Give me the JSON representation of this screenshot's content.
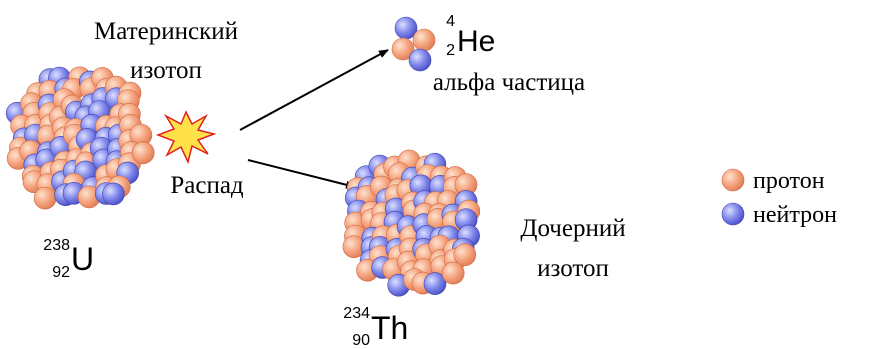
{
  "parent": {
    "label_line1": "Материнский",
    "label_line2": "изотоп",
    "isotope": {
      "mass": "238",
      "atomic": "92",
      "symbol": "U"
    }
  },
  "decay_label": "Распад",
  "alpha": {
    "label": "альфа частица",
    "isotope": {
      "mass": "4",
      "atomic": "2",
      "symbol": "He"
    }
  },
  "daughter": {
    "label_line1": "Дочерний",
    "label_line2": "изотоп",
    "isotope": {
      "mass": "234",
      "atomic": "90",
      "symbol": "Th"
    }
  },
  "legend": {
    "proton": "протон",
    "neutron": "нейтрон"
  },
  "colors": {
    "proton": "#f5a47f",
    "neutron": "#7e86ea",
    "flash": "#ffe14a",
    "flash_outline": "#e02020"
  }
}
